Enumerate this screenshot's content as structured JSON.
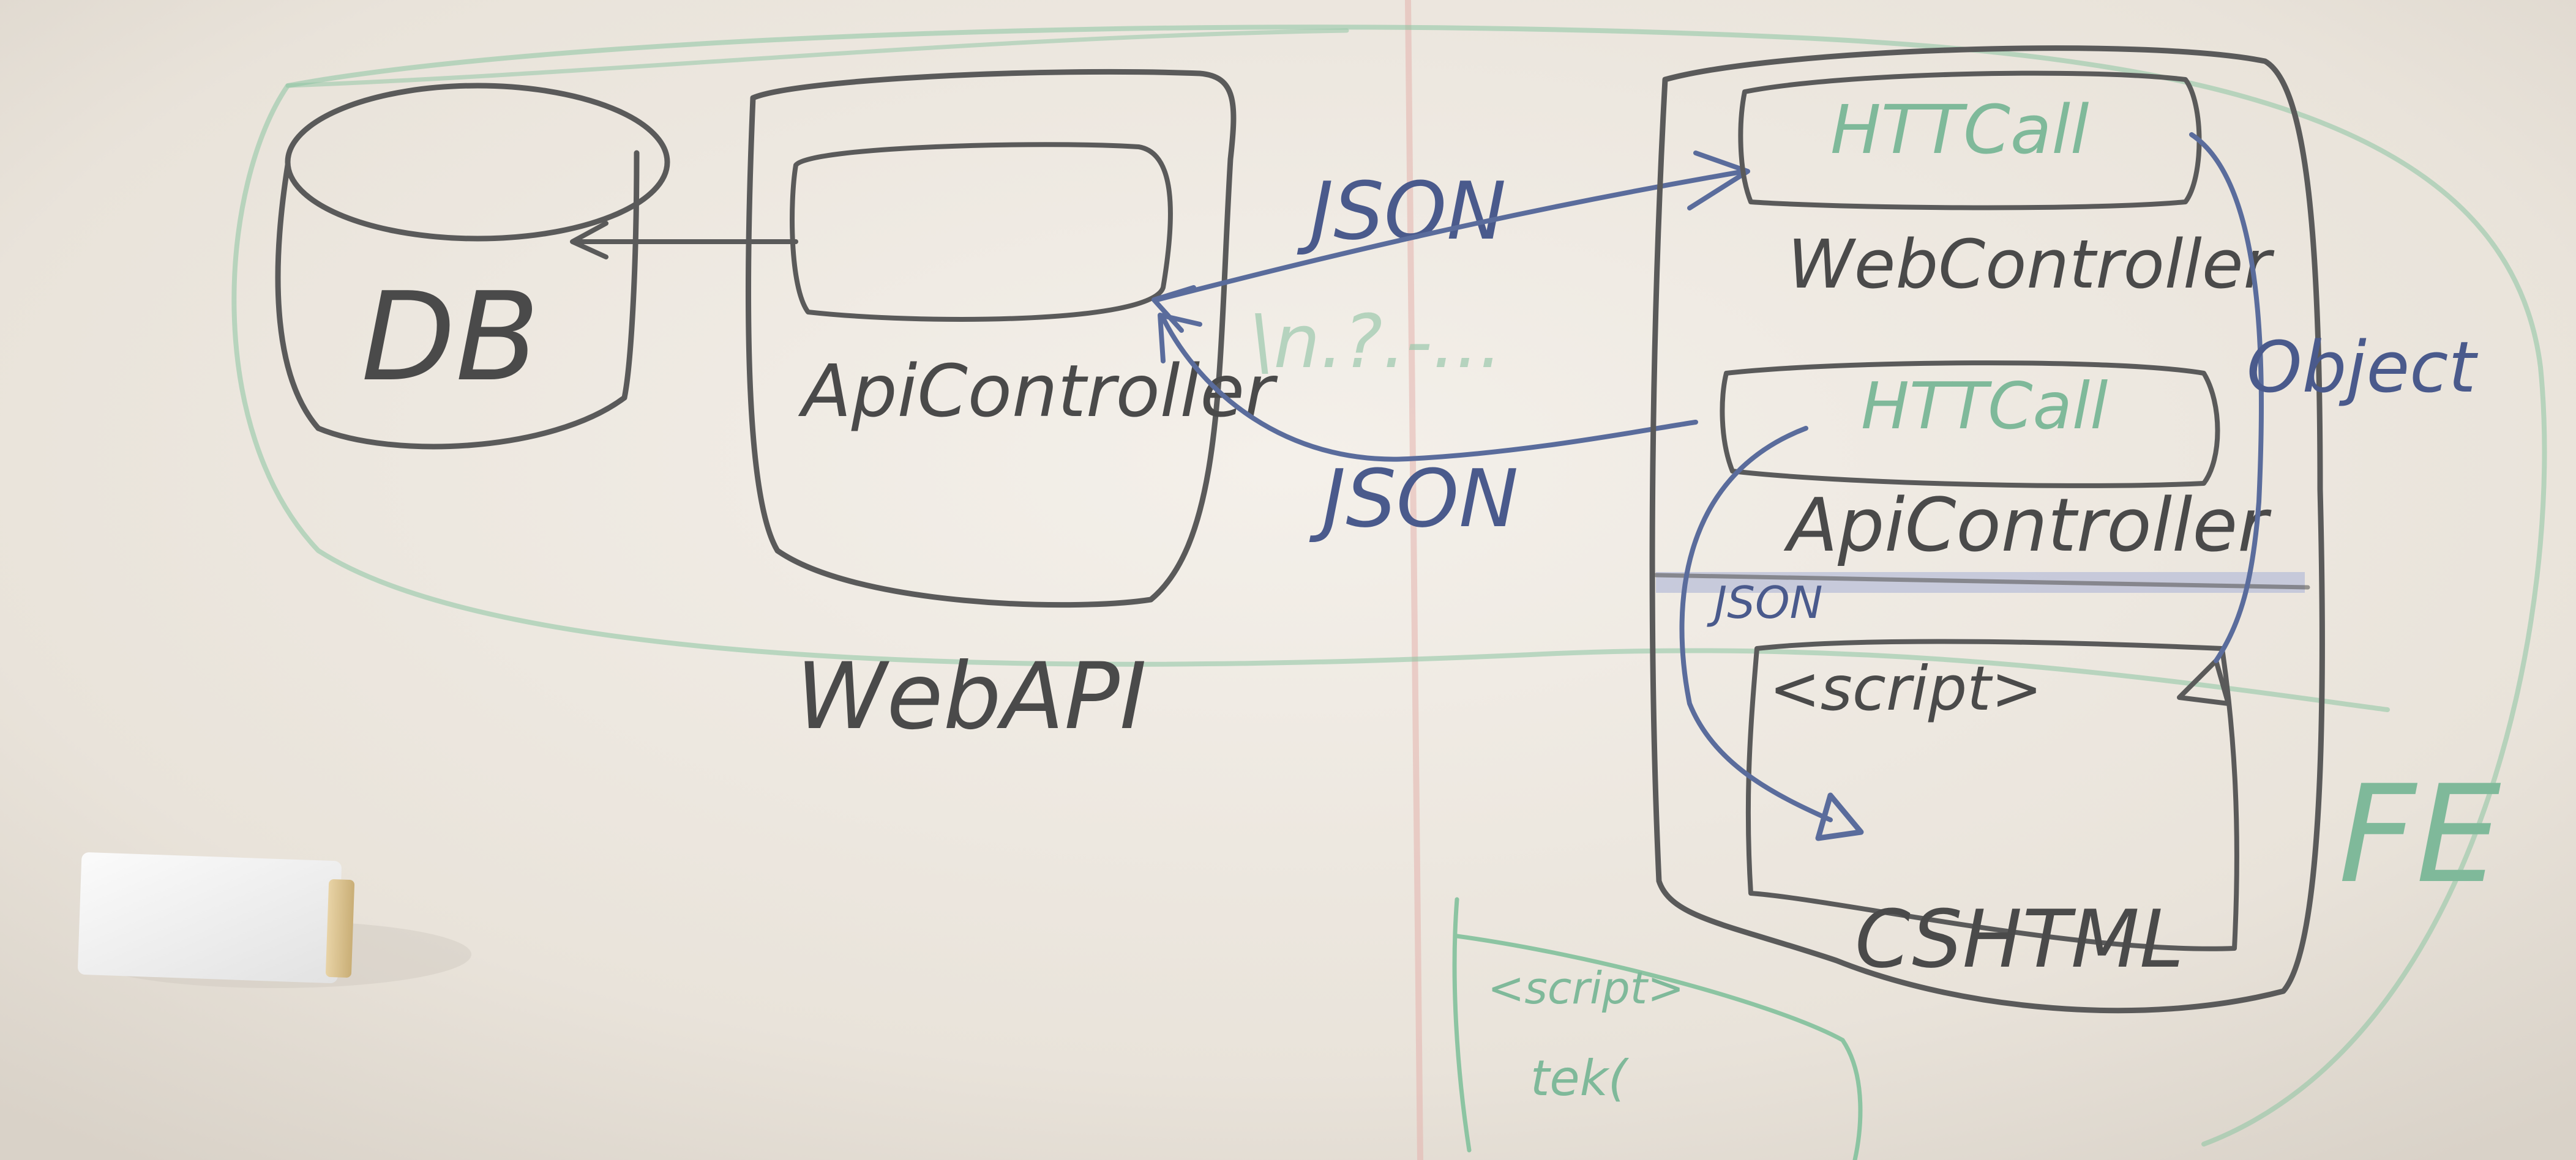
{
  "whiteboard": {
    "database_label": "DB",
    "webapi_inner_label": "ApiController",
    "webapi_group_label": "WebAPI",
    "json_top_label": "JSON",
    "json_bottom_label": "JSON",
    "faint_label": "\\n.?.-...",
    "web_htmlhelper_label": "HTTCall",
    "webcontroller_label": "WebController",
    "api_htmlhelper_label": "HTTCall",
    "front_apicontroller_label": "ApiController",
    "json_small_label": "JSON",
    "object_label": "Object",
    "script_label": "<script>",
    "cshtml_label": "CSHTML",
    "fe_label": "FE",
    "green_script_label": "<script>",
    "green_text_label": "tek("
  },
  "colors": {
    "board": "#ece7df",
    "black_marker": "#4a4a4a",
    "blue_marker": "#4a5a8c",
    "green_marker": "#7fb99a"
  }
}
